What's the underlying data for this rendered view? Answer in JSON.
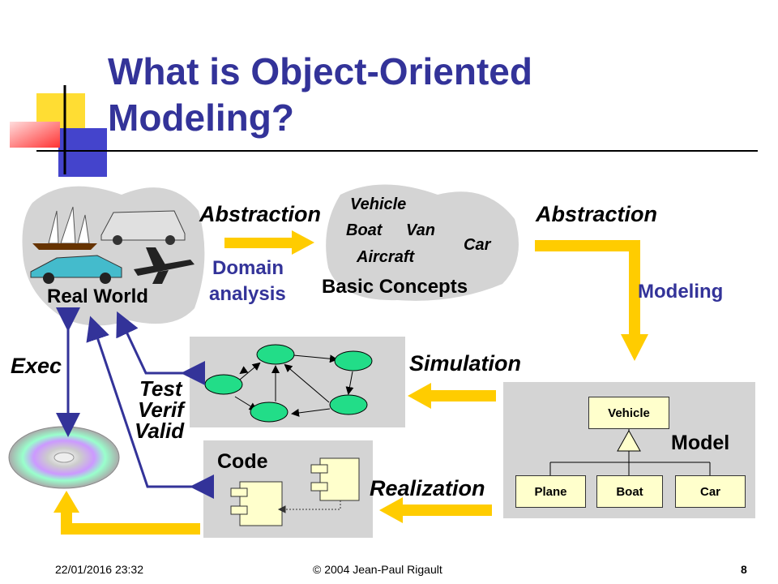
{
  "title_lines": [
    "What is Object-Oriented",
    "Modeling?"
  ],
  "real_world": {
    "label": "Real World"
  },
  "abstraction_left": {
    "label": "Abstraction",
    "sub": [
      "Domain",
      "analysis"
    ]
  },
  "basic_concepts": {
    "label": "Basic Concepts",
    "words": [
      "Vehicle",
      "Boat",
      "Van",
      "Aircraft",
      "Car"
    ]
  },
  "abstraction_right": {
    "label": "Abstraction",
    "sub": "Modeling"
  },
  "simulation": {
    "label": "Simulation"
  },
  "model": {
    "label": "Model",
    "parent": "Vehicle",
    "children": [
      "Plane",
      "Boat",
      "Car"
    ]
  },
  "realization": {
    "label": "Realization"
  },
  "code": {
    "label": "Code"
  },
  "exec": {
    "label": "Exec"
  },
  "test": {
    "lines": [
      "Test",
      "Verif",
      "Valid"
    ]
  },
  "footer": {
    "date": "22/01/2016 23:32",
    "copyright": "© 2004 Jean-Paul Rigault",
    "page": "8"
  },
  "colors": {
    "title": "#333399",
    "arrow": "#ffcc00",
    "panel": "#d4d4d4",
    "box": "#ffffcc",
    "ellipse": "#22dd88"
  }
}
